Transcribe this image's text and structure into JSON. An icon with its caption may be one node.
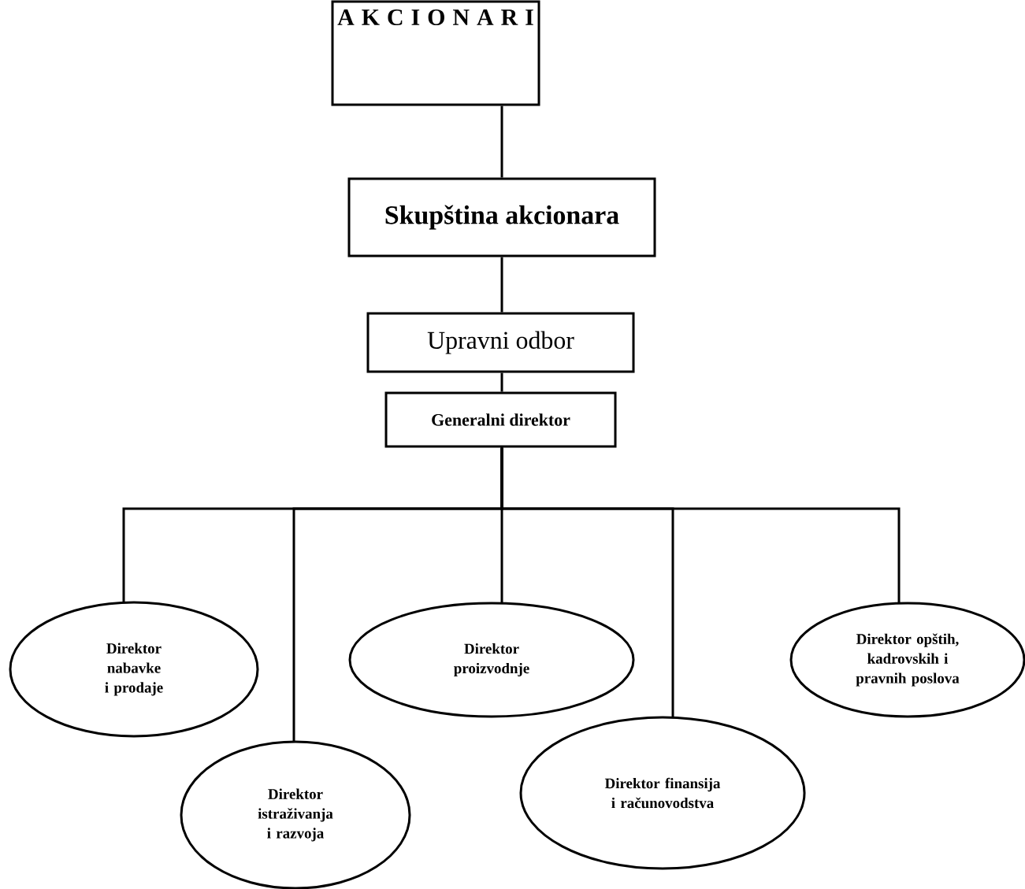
{
  "diagram": {
    "nodes": [
      {
        "text": [
          "A K C I O N A R I"
        ]
      },
      {
        "text": [
          "Skupština akcionara"
        ]
      },
      {
        "text": [
          "Upravni odbor"
        ]
      },
      {
        "text": [
          "Generalni direktor"
        ]
      },
      {
        "text": [
          "Direktor nabavke i prodaje"
        ]
      },
      {
        "text": [
          "Direktor istraživanja i razvoja"
        ]
      },
      {
        "text": [
          "Direktor proizvodnje"
        ]
      },
      {
        "text": [
          "Direktor finansija i računovodstva"
        ]
      },
      {
        "text": [
          "Direktor opštih, kadrovskih i pravnih poslova"
        ]
      }
    ],
    "edges": [
      {
        "from": 0,
        "to": 1,
        "arrow": "none"
      },
      {
        "from": 1,
        "to": 2,
        "arrow": "none"
      },
      {
        "from": 2,
        "to": 3,
        "arrow": "none"
      },
      {
        "from": 3,
        "to": 4,
        "arrow": "none"
      },
      {
        "from": 3,
        "to": 5,
        "arrow": "none"
      },
      {
        "from": 3,
        "to": 6,
        "arrow": "none"
      },
      {
        "from": 3,
        "to": 7,
        "arrow": "none"
      },
      {
        "from": 3,
        "to": 8,
        "arrow": "none"
      }
    ]
  }
}
